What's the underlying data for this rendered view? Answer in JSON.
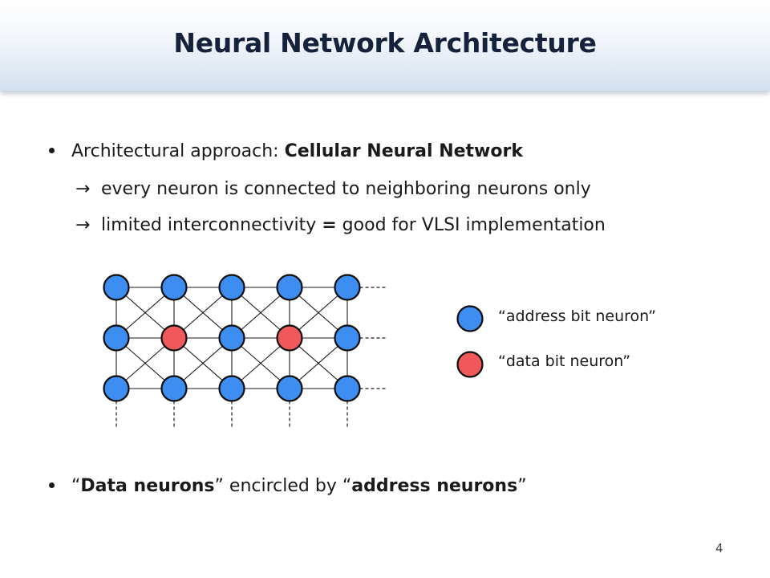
{
  "title": "Neural Network Architecture",
  "bullets": {
    "b1": {
      "prefix": "Architectural approach: ",
      "bold": "Cellular Neural Network"
    },
    "sub1": {
      "arrow": "→",
      "text": "every neuron is connected to neighboring neurons only"
    },
    "sub2": {
      "arrow": "→",
      "part_a": "limited interconnectivity ",
      "equals": "=",
      "part_b": " good for VLSI implementation"
    },
    "b2": {
      "q1": "“",
      "bold1": "Data neurons",
      "q2": "”",
      "middle": " encircled by ",
      "q3": "“",
      "bold2": "address neurons",
      "q4": "”"
    }
  },
  "diagram": {
    "grid": [
      [
        "address",
        "address",
        "address",
        "address",
        "address"
      ],
      [
        "address",
        "data",
        "address",
        "data",
        "address"
      ],
      [
        "address",
        "address",
        "address",
        "address",
        "address"
      ]
    ],
    "colors": {
      "address": "#3d8ef0",
      "data": "#f0595b",
      "outline": "#0d0d0d",
      "edge": "#1a1a1a"
    }
  },
  "legend": [
    {
      "type": "address",
      "label": "“address bit neuron”"
    },
    {
      "type": "data",
      "label": "“data bit neuron”"
    }
  ],
  "page_number": "4"
}
